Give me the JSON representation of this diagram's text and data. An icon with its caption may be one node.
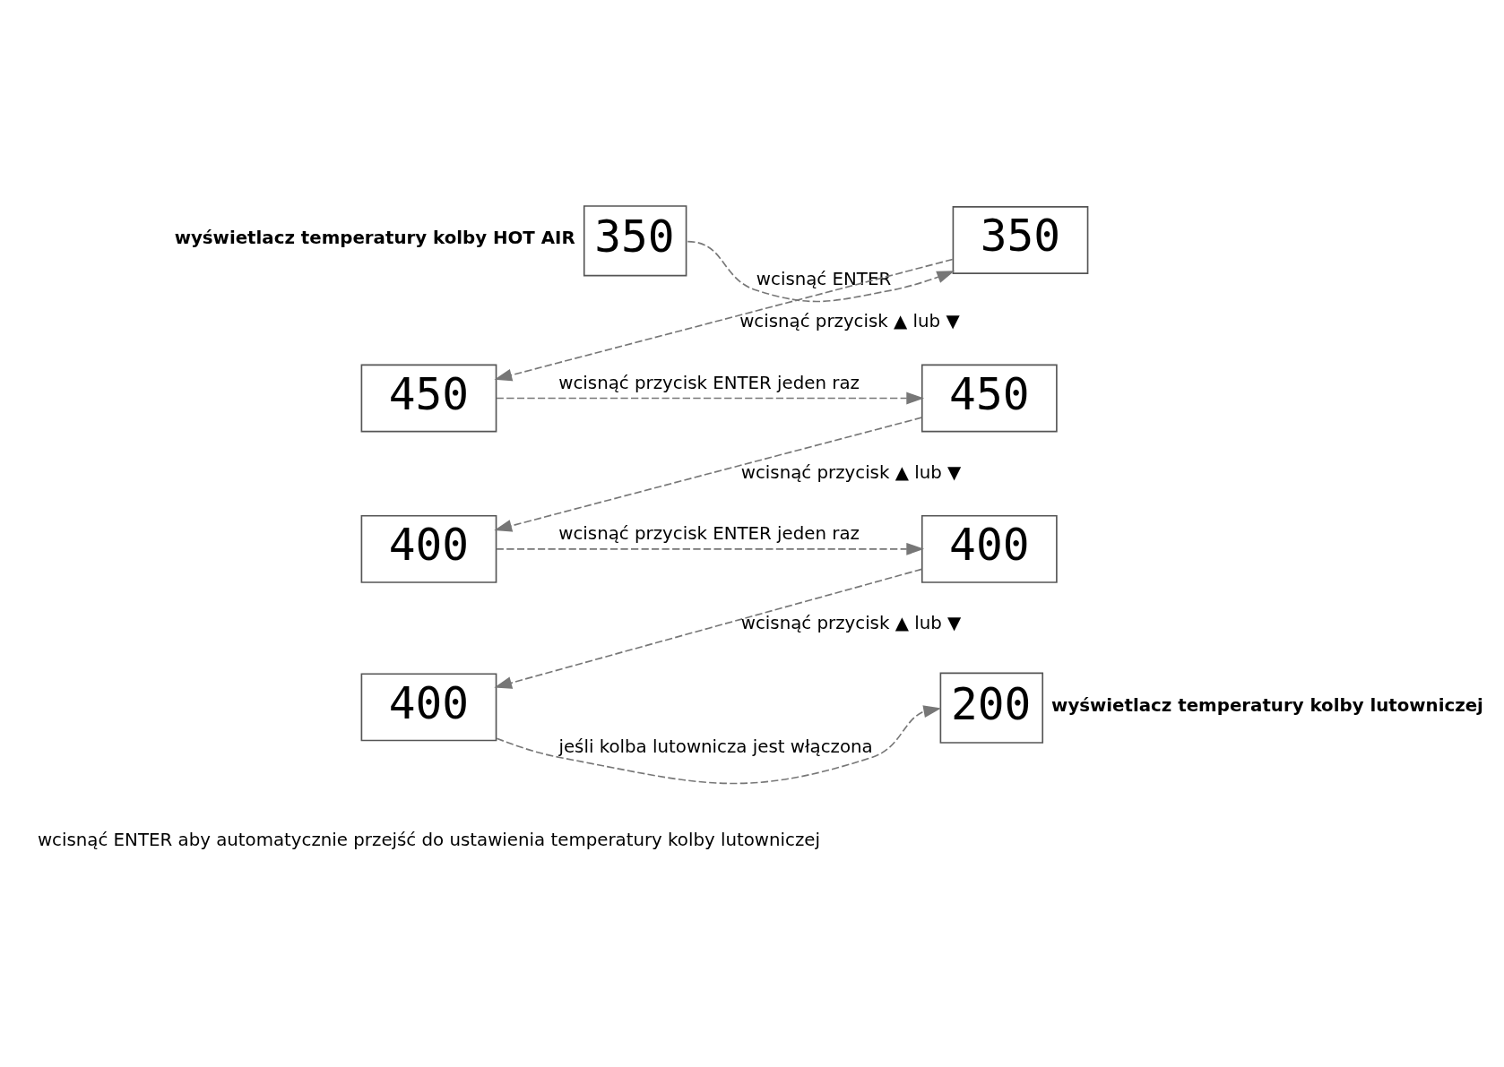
{
  "diagram": {
    "nodes": [
      {
        "text": [
          "350"
        ],
        "beside": [
          "wyświetlacz temperatury kolby HOT AIR"
        ]
      },
      {
        "text": [
          "350"
        ]
      },
      {
        "text": [
          "450"
        ]
      },
      {
        "text": [
          "450"
        ]
      },
      {
        "text": [
          "400"
        ]
      },
      {
        "text": [
          "400"
        ]
      },
      {
        "text": [
          "400"
        ]
      },
      {
        "text": [
          "200"
        ],
        "beside": [
          "wyświetlacz temperatury kolby lutowniczej"
        ]
      }
    ],
    "edges": [
      {
        "from": 0,
        "to": 1,
        "arrow": "to",
        "label": "wcisnąć ENTER",
        "style": "dashed"
      },
      {
        "from": 1,
        "to": 2,
        "arrow": "to",
        "label": "wcisnąć przycisk ▲ lub ▼",
        "style": "dashed"
      },
      {
        "from": 2,
        "to": 3,
        "arrow": "to",
        "label": "wcisnąć przycisk ENTER jeden raz",
        "style": "dashed"
      },
      {
        "from": 3,
        "to": 4,
        "arrow": "to",
        "label": "wcisnąć przycisk ▲ lub ▼",
        "style": "dashed"
      },
      {
        "from": 4,
        "to": 5,
        "arrow": "to",
        "label": "wcisnąć przycisk ENTER jeden raz",
        "style": "dashed"
      },
      {
        "from": 5,
        "to": 6,
        "arrow": "to",
        "label": "wcisnąć przycisk ▲ lub ▼",
        "style": "dashed"
      },
      {
        "from": 6,
        "to": 7,
        "arrow": "to",
        "label": "jeśli kolba lutownicza jest włączona",
        "style": "dashed"
      }
    ],
    "labels": [
      "wcisnąć ENTER aby automatycznie przejść do ustawienia temperatury kolby lutowniczej"
    ]
  }
}
